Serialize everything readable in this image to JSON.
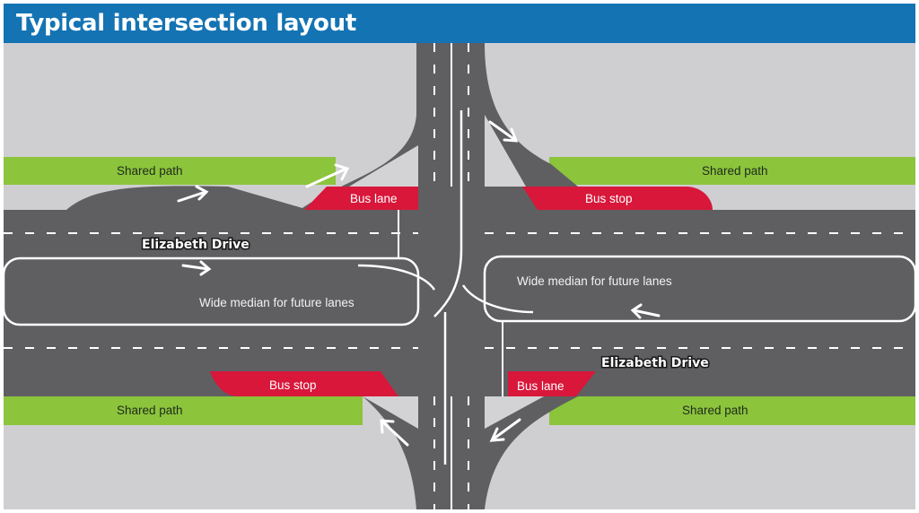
{
  "title": "Typical intersection layout",
  "labels": {
    "shared_path_nw": "Shared path",
    "shared_path_ne": "Shared path",
    "shared_path_sw": "Shared path",
    "shared_path_se": "Shared path",
    "bus_lane_north": "Bus lane",
    "bus_stop_north": "Bus stop",
    "bus_stop_south": "Bus stop",
    "bus_lane_south": "Bus lane",
    "road_name_west": "Elizabeth Drive",
    "road_name_east": "Elizabeth Drive",
    "median_west": "Wide median for future lanes",
    "median_east": "Wide median for future lanes"
  },
  "colors": {
    "title_bar": "#1473b3",
    "ground": "#cfcfd2",
    "road": "#5f5f62",
    "shared_path": "#8cc43c",
    "bus_area": "#d8173a",
    "median_island": "#d3d3d6",
    "marking": "#ffffff"
  }
}
